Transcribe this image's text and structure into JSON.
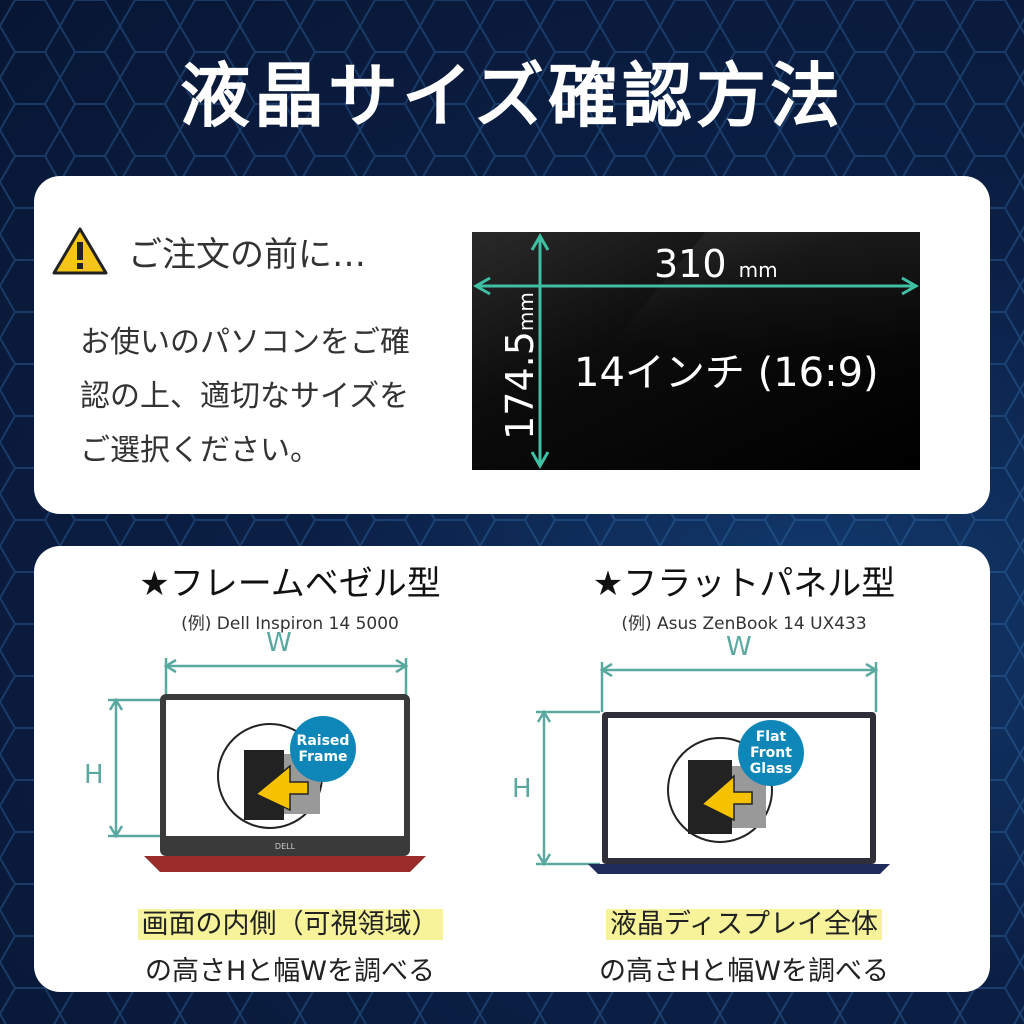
{
  "title": "液晶サイズ確認方法",
  "notice": {
    "icon": "warning-icon",
    "heading": "ご注文の前に…",
    "body": "お使いのパソコンをご確認の上、適切なサイズをご選択ください。"
  },
  "screen_example": {
    "width_value": "310",
    "width_unit": "mm",
    "height_value": "174.5",
    "height_unit": "mm",
    "size_label": "14インチ (16:9)"
  },
  "frame_bezel": {
    "title": "★フレームベゼル型",
    "example": "(例) Dell Inspiron 14 5000",
    "badge": "Raised Frame",
    "w_label": "W",
    "h_label": "H",
    "caption_highlight": "画面の内側（可視領域）",
    "caption_rest": "の高さHと幅Wを調べる"
  },
  "flat_panel": {
    "title": "★フラットパネル型",
    "example": "(例) Asus ZenBook 14 UX433",
    "badge": "Flat Front Glass",
    "w_label": "W",
    "h_label": "H",
    "caption_highlight": "液晶ディスプレイ全体",
    "caption_rest": "の高さHと幅Wを調べる"
  },
  "colors": {
    "accent": "#5aa9a1",
    "highlight": "#f6f39a",
    "badge": "#0f86b8"
  }
}
